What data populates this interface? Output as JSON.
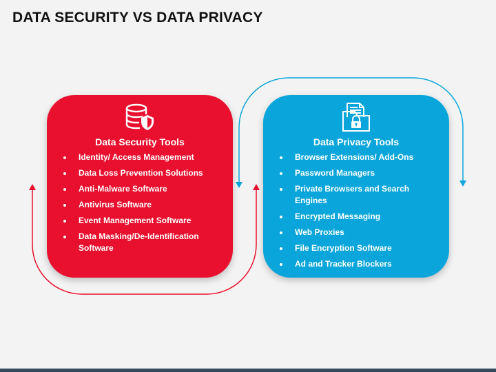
{
  "title": "DATA SECURITY VS DATA PRIVACY",
  "colors": {
    "security": "#e8102e",
    "privacy": "#0aa6db",
    "background": "#f3f3f3"
  },
  "security": {
    "icon": "database-shield-icon",
    "heading": "Data Security Tools",
    "items": [
      "Identity/ Access Management",
      "Data Loss Prevention Solutions",
      "Anti-Malware Software",
      "Antivirus Software",
      "Event Management Software",
      "Data Masking/De-Identification Software"
    ]
  },
  "privacy": {
    "icon": "document-lock-icon",
    "heading": "Data Privacy Tools",
    "items": [
      "Browser Extensions/ Add-Ons",
      "Password Managers",
      "Private Browsers and Search Engines",
      "Encrypted Messaging",
      "Web Proxies",
      "File Encryption Software",
      "Ad and Tracker Blockers"
    ]
  }
}
